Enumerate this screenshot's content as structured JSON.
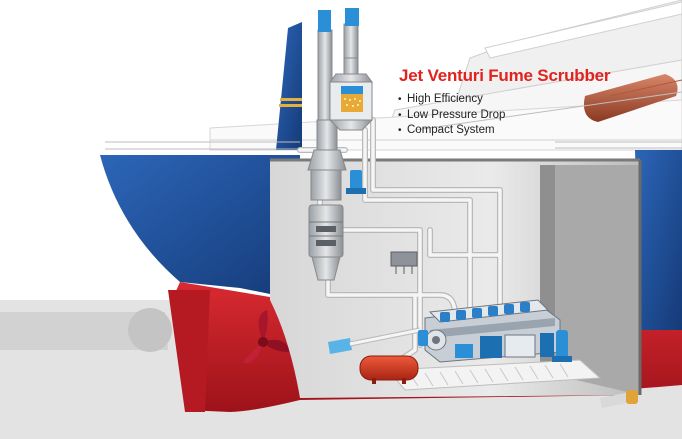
{
  "title": "Jet Venturi Fume Scrubber",
  "features": [
    "High Efficiency",
    "Low Pressure Drop",
    "Compact System"
  ],
  "colors": {
    "hull_blue": "#1f4f9a",
    "hull_red": "#c8202a",
    "title_red": "#e0231e",
    "scrubber_blue": "#2a8fd6",
    "pipe_white": "#f2f2f2",
    "tank_red": "#d63a22"
  },
  "icons": {
    "propeller": "propeller-icon",
    "engine": "engine-icon",
    "scrubber": "scrubber-icon"
  }
}
